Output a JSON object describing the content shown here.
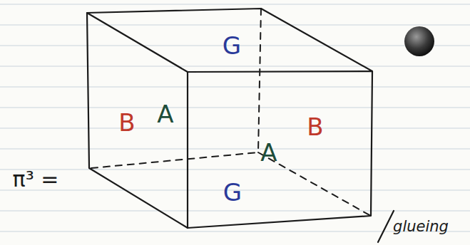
{
  "diagram": {
    "labels": [
      "π³ =",
      "G",
      "B",
      "A",
      "A",
      "B",
      "G",
      "glueing"
    ]
  }
}
